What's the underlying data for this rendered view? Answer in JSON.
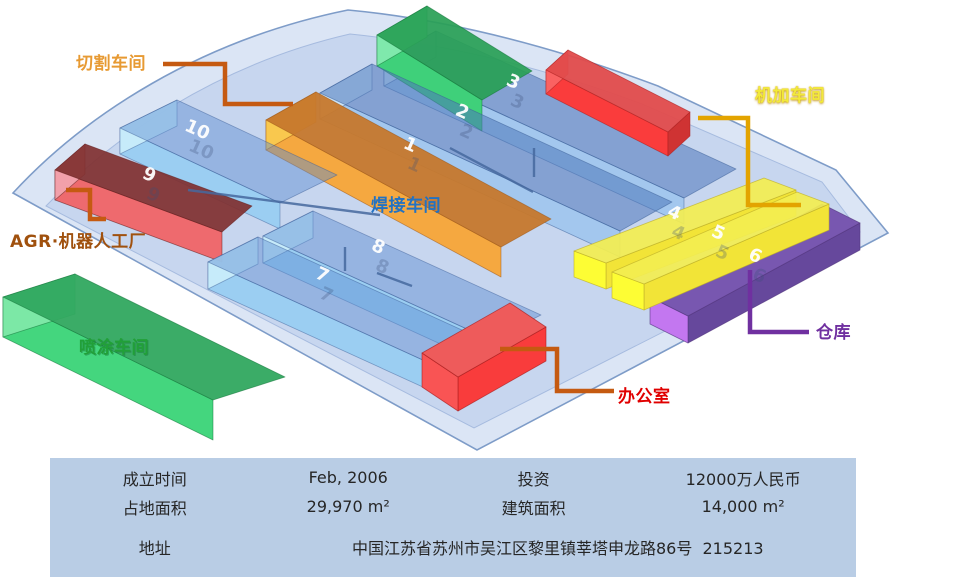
{
  "diagram": {
    "area_labels": [
      {
        "id": "cutting",
        "text": "切割车间",
        "color": "#E79A33"
      },
      {
        "id": "machining",
        "text": "机加车间",
        "color": "#F2E93B"
      },
      {
        "id": "welding",
        "text": "焊接车间",
        "color": "#2272C3"
      },
      {
        "id": "agr",
        "text": "AGR·机器人工厂",
        "color": "#A0510E"
      },
      {
        "id": "painting",
        "text": "喷涂车间",
        "color": "#21A038"
      },
      {
        "id": "office",
        "text": "办公室",
        "color": "#E00000"
      },
      {
        "id": "warehouse",
        "text": "仓库",
        "color": "#7030A0"
      }
    ],
    "building_numbers": [
      "1",
      "2",
      "3",
      "4",
      "5",
      "6",
      "7",
      "8",
      "9",
      "10"
    ],
    "site_color": "#DBE5F5",
    "site_inner_color": "#C7D6EF"
  },
  "info_table": {
    "background": "#B9CDE5",
    "rows": [
      {
        "cells": [
          {
            "label": "成立时间",
            "value": "Feb, 2006"
          },
          {
            "label": "投资",
            "value": "12000万人民币"
          }
        ]
      },
      {
        "cells": [
          {
            "label": "占地面积",
            "value": "29,970 m²"
          },
          {
            "label": "建筑面积",
            "value": "14,000 m²"
          }
        ]
      },
      {
        "cells": [
          {
            "label": "地址",
            "value": "中国江苏省苏州市吴江区黎里镇莘塔申龙路86号  215213"
          }
        ]
      }
    ]
  }
}
